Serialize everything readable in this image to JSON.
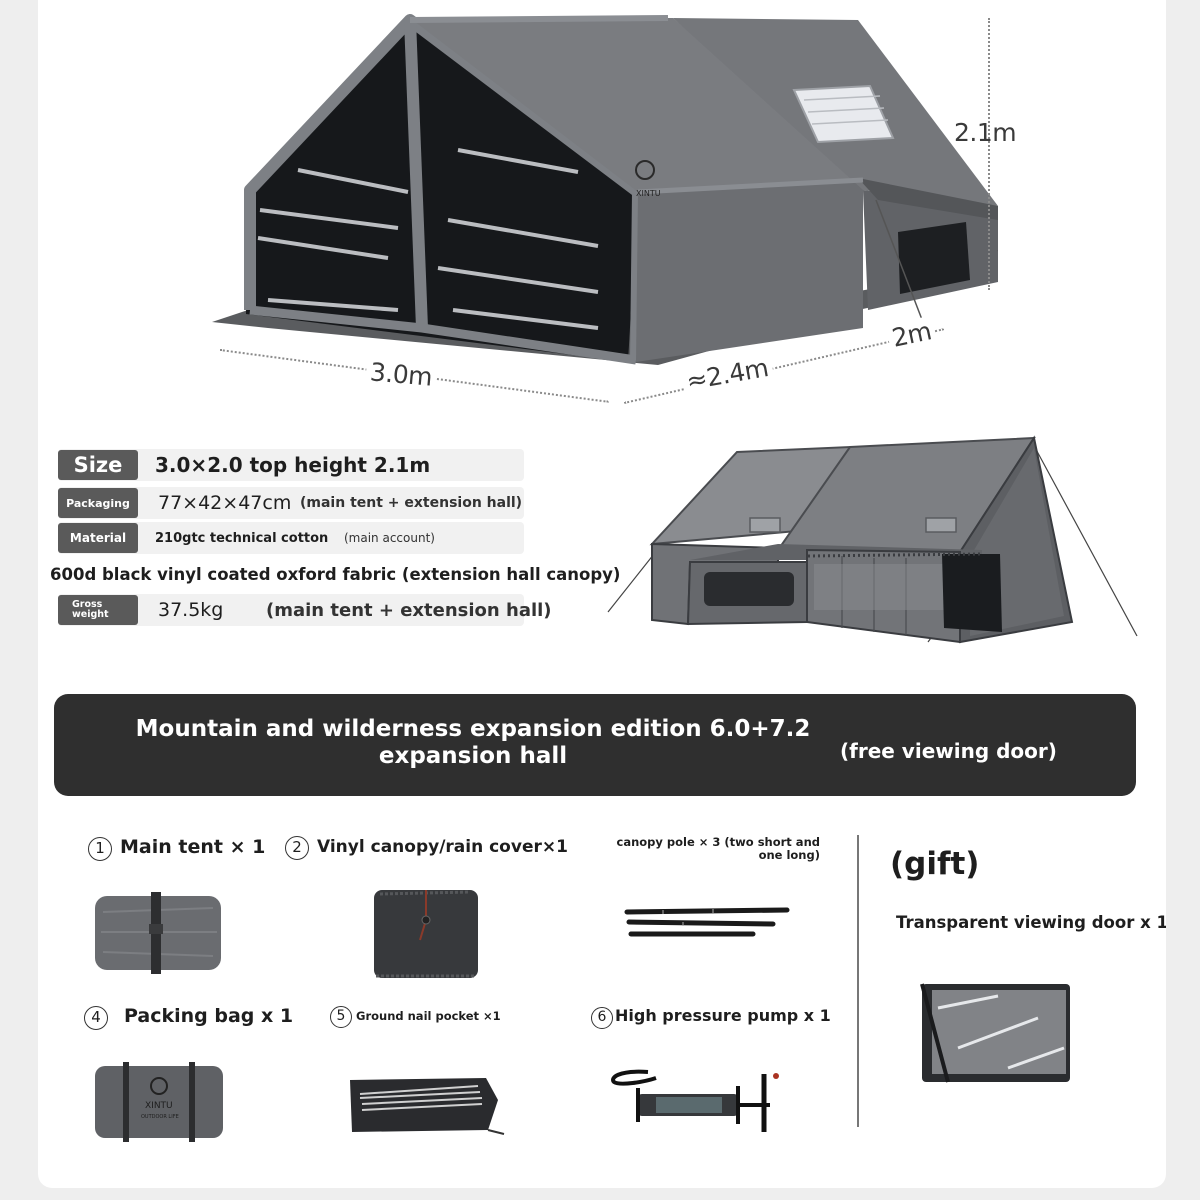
{
  "dimensions": {
    "height": "2.1m",
    "length": "3.0m",
    "width_main": "≈2.4m",
    "width_ext": "2m"
  },
  "specs": {
    "size": {
      "label": "Size",
      "value": "3.0×2.0 top height 2.1m"
    },
    "packaging": {
      "label": "Packaging",
      "value": "77×42×47cm",
      "note": "(main tent + extension hall)"
    },
    "material": {
      "label": "Material",
      "value": "210gtc technical cotton",
      "note": "(main account)"
    },
    "material_extra": "600d black vinyl coated oxford fabric (extension hall canopy)",
    "gross_weight": {
      "label_line1": "Gross",
      "label_line2": "weight",
      "value": "37.5kg",
      "note": "(main tent + extension hall)"
    }
  },
  "banner": {
    "title": "Mountain and wilderness expansion edition 6.0+7.2 expansion hall",
    "aside": "(free viewing door)"
  },
  "items": [
    {
      "num": "1",
      "label": "Main tent × 1"
    },
    {
      "num": "2",
      "label": "Vinyl canopy/rain cover×1"
    },
    {
      "num": "",
      "label": "canopy pole × 3 (two short and one long)"
    },
    {
      "num": "4",
      "label": "Packing bag x 1"
    },
    {
      "num": "5",
      "label": "Ground nail pocket ×1"
    },
    {
      "num": "6",
      "label": "High pressure pump x 1"
    }
  ],
  "gift": {
    "title": "(gift)",
    "label": "Transparent viewing door x 1"
  },
  "brand": {
    "logo_text": "XINTU",
    "logo_sub": "OUTDOOR LIFE"
  },
  "colors": {
    "tent_gray": "#6e7073",
    "spec_tag": "#5a5a5a",
    "banner": "#2f2f2f"
  }
}
